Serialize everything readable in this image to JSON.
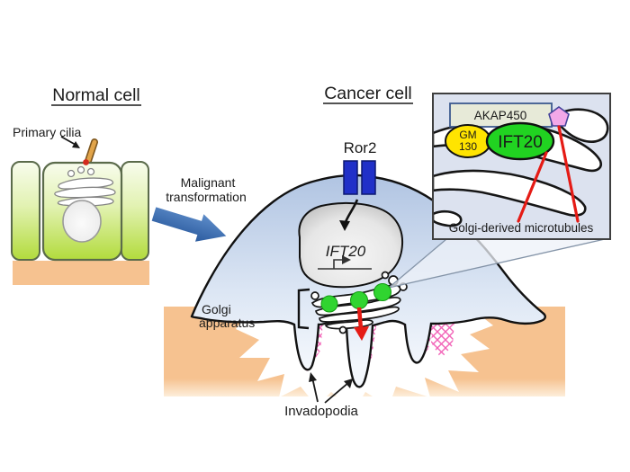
{
  "figure": {
    "background": "#ffffff"
  },
  "normal": {
    "title": "Normal cell",
    "cilia_label": "Primary cilia",
    "colors": {
      "membrane": "#f6c290",
      "cilium": "#e2a449",
      "cilium_base_dot": "#d32a1e",
      "cell_outline": "#5b6b4b"
    }
  },
  "transformation": {
    "line1": "Malignant",
    "line2": "transformation",
    "arrow_color": "#3a6db8"
  },
  "cancer": {
    "title": "Cancer cell",
    "receptor_label": "Ror2",
    "gene_label": "IFT20",
    "golgi_label_line1": "Golgi",
    "golgi_label_line2": "apparatus",
    "invadopodia_label": "Invadopodia",
    "colors": {
      "receptor": "#2030c8",
      "ift20_vesicle": "#30d430",
      "red_arrow": "#e51b15",
      "crosshatch": "#f263b8",
      "membrane": "#f6c290"
    }
  },
  "inset": {
    "akap450_label": "AKAP450",
    "gm130_line1": "GM",
    "gm130_line2": "130",
    "ift20_label": "IFT20",
    "caption": "Golgi-derived  microtubules",
    "colors": {
      "bg": "#dce2ef",
      "border": "#3f3f3f",
      "akap450_fill": "#e7ead8",
      "akap450_border": "#3c5a8f",
      "gm130_fill": "#ffe400",
      "ift20_fill": "#21d321",
      "pentagon": "#f2a8e8",
      "red_line": "#e51b15"
    }
  }
}
